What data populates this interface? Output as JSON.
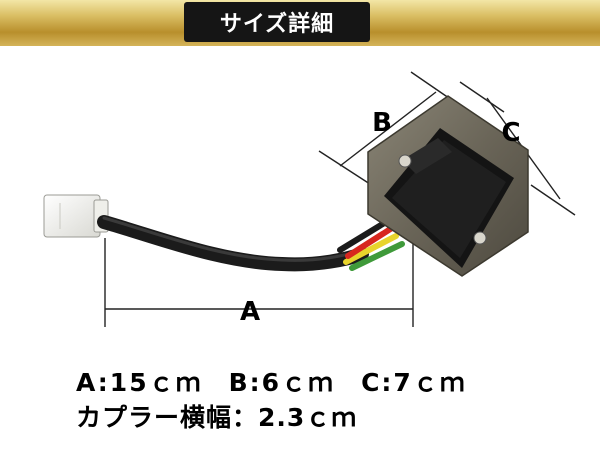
{
  "banner": {
    "title": "サイズ詳細"
  },
  "figure": {
    "label_a": "A",
    "label_b": "B",
    "label_c": "C"
  },
  "specs": {
    "line1": {
      "a": "A:15ｃｍ",
      "b": "B:6ｃｍ",
      "c": "C:7ｃｍ"
    },
    "line2": "カプラー横幅：2.3ｃｍ"
  },
  "colors": {
    "banner_gold": "#c9a441",
    "banner_box": "#151515",
    "housing": "#6f6a5e",
    "wire_red": "#d7261e",
    "wire_yellow": "#e8d42c",
    "wire_green": "#3f9a3a",
    "wire_black": "#1b1b1b"
  }
}
